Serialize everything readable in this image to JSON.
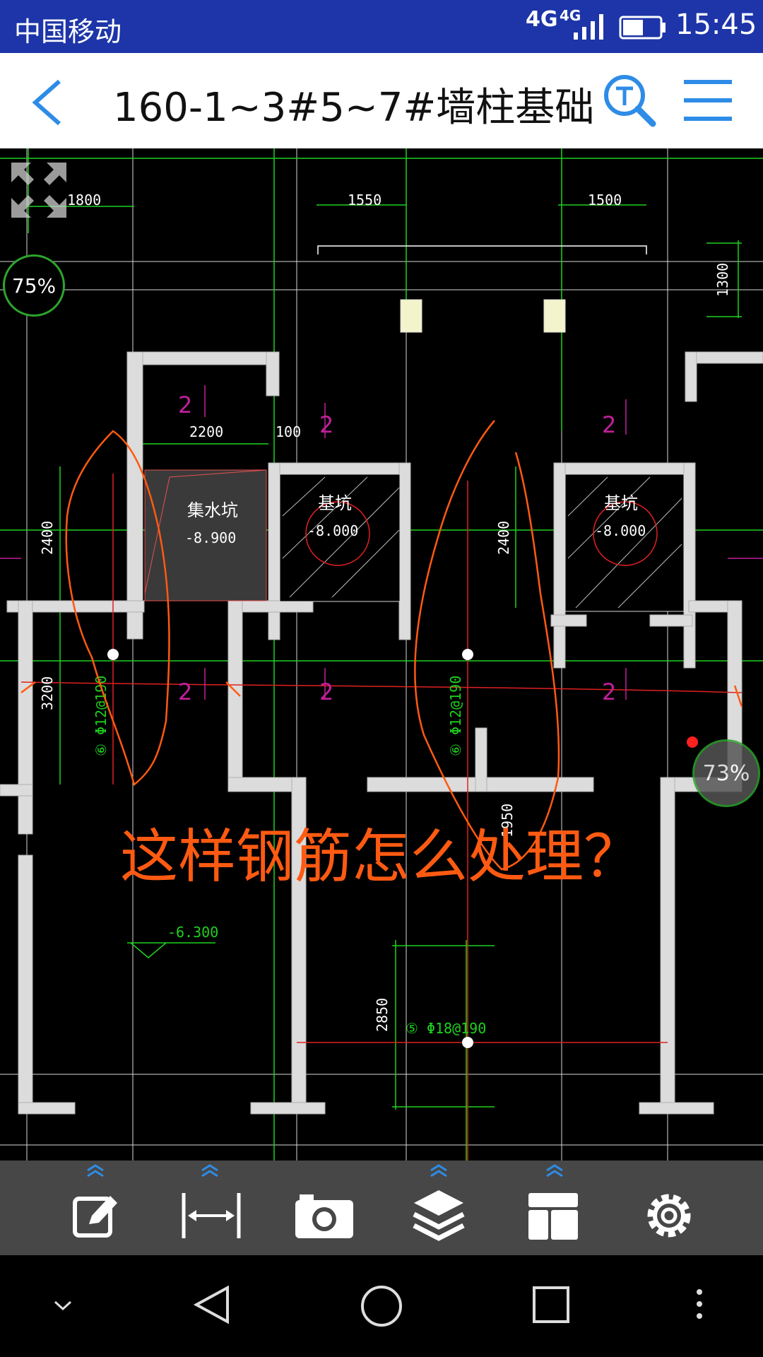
{
  "status_bar": {
    "carrier": "中国移动",
    "network": "4G",
    "network2": "4G",
    "time": "15:45"
  },
  "app_bar": {
    "title": "160-1~3#5~7#墙柱基础",
    "back_icon": "chevron-left-icon",
    "search_icon": "text-search-icon",
    "menu_icon": "hamburger-menu-icon"
  },
  "drawing": {
    "zoom_left": "75%",
    "zoom_right": "73%",
    "annotation_text": "这样钢筋怎么处理？",
    "dimensions": {
      "d1800": "1800",
      "d1550": "1550",
      "d1500": "1500",
      "d1300": "1300",
      "d2200": "2200",
      "d100": "100",
      "d2400a": "2400",
      "d2400b": "2400",
      "d3200": "3200",
      "d2850": "2850",
      "d1950": "1950"
    },
    "labels": {
      "pit_water": "集水坑",
      "pit_water_level": "-8.900",
      "pit_a": "基坑",
      "pit_a_level": "-8.000",
      "pit_b": "基坑",
      "pit_b_level": "-8.000",
      "level_floor": "-6.300",
      "rebar_a": "⑥ Φ12@190",
      "rebar_b": "⑥ Φ12@190",
      "rebar_c": "⑤ Φ18@190",
      "wall_mark": "2"
    }
  },
  "toolbar": {
    "items": [
      {
        "icon": "edit-icon"
      },
      {
        "icon": "measure-icon"
      },
      {
        "icon": "camera-icon"
      },
      {
        "icon": "layers-icon"
      },
      {
        "icon": "layout-icon"
      },
      {
        "icon": "settings-icon"
      }
    ]
  },
  "nav_bar": {
    "collapse_icon": "chevron-down-icon",
    "back_icon": "triangle-back-icon",
    "home_icon": "circle-home-icon",
    "recents_icon": "square-recents-icon",
    "more_icon": "more-vertical-icon"
  },
  "colors": {
    "status_bar": "#1d35a8",
    "accent_blue": "#2e8ce6",
    "cad_green": "#1fd11f",
    "annotation_orange": "#ff5a12"
  }
}
